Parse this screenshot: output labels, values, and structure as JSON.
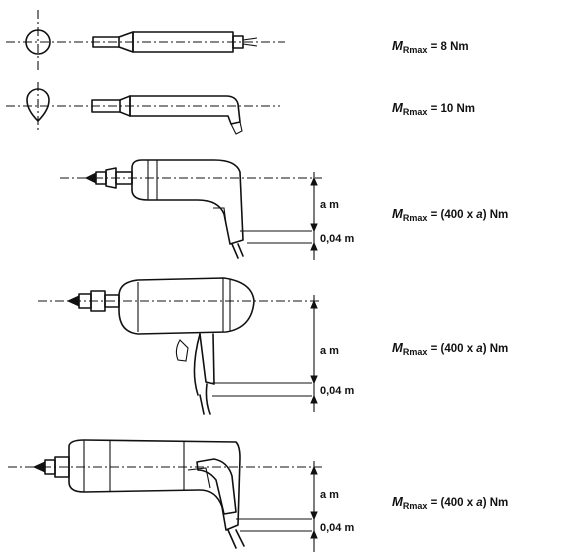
{
  "formulas": [
    {
      "symbol": "M",
      "subscript": "Rmax",
      "eq": "=",
      "value": "8 Nm"
    },
    {
      "symbol": "M",
      "subscript": "Rmax",
      "eq": "=",
      "value": "10 Nm"
    },
    {
      "symbol": "M",
      "subscript": "Rmax",
      "eq": "=",
      "pre": "(400 x ",
      "var": "a",
      "post": ") Nm"
    },
    {
      "symbol": "M",
      "subscript": "Rmax",
      "eq": "=",
      "pre": "(400 x ",
      "var": "a",
      "post": ") Nm"
    },
    {
      "symbol": "M",
      "subscript": "Rmax",
      "eq": "=",
      "pre": "(400 x ",
      "var": "a",
      "post": ") Nm"
    }
  ],
  "dimensions": {
    "lever_label": "a m",
    "offset_label": "0,04 m"
  }
}
